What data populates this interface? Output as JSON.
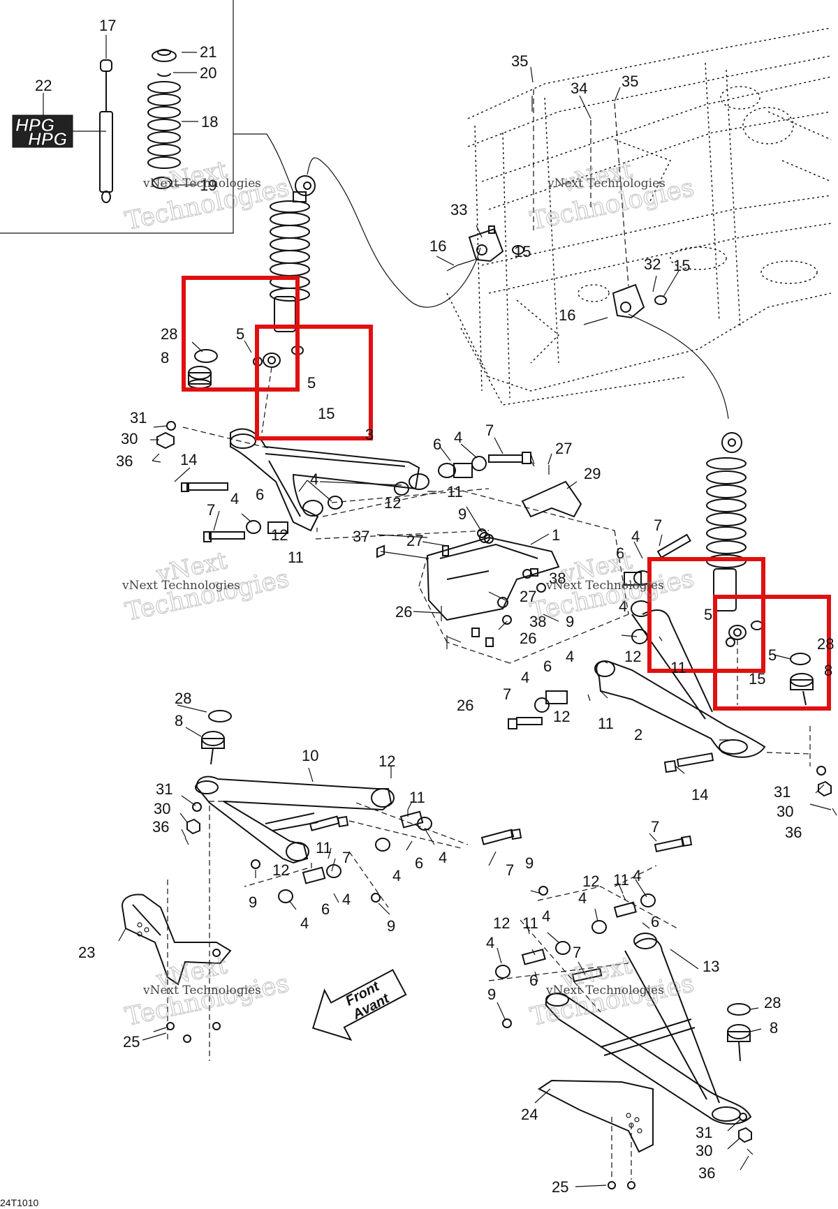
{
  "watermark": {
    "line1": "vNext",
    "line2": "Technologies",
    "small": "vNext Technologies"
  },
  "front_arrow": {
    "line1": "Front",
    "line2": "Avant"
  },
  "diagram_code": "24T1010",
  "brand_label": "HPG",
  "highlight_color": "#e01010",
  "callouts": [
    {
      "id": "c17",
      "text": "17"
    },
    {
      "id": "c21",
      "text": "21"
    },
    {
      "id": "c20",
      "text": "20"
    },
    {
      "id": "c22",
      "text": "22"
    },
    {
      "id": "c18",
      "text": "18"
    },
    {
      "id": "c19",
      "text": "19"
    },
    {
      "id": "c35a",
      "text": "35"
    },
    {
      "id": "c35b",
      "text": "35"
    },
    {
      "id": "c34",
      "text": "34"
    },
    {
      "id": "c33",
      "text": "33"
    },
    {
      "id": "c16a",
      "text": "16"
    },
    {
      "id": "c15a",
      "text": "15"
    },
    {
      "id": "c32",
      "text": "32"
    },
    {
      "id": "c15b",
      "text": "15"
    },
    {
      "id": "c16b",
      "text": "16"
    },
    {
      "id": "c28a",
      "text": "28"
    },
    {
      "id": "c5a",
      "text": "5"
    },
    {
      "id": "c8a",
      "text": "8"
    },
    {
      "id": "c5b",
      "text": "5"
    },
    {
      "id": "c15c",
      "text": "15"
    },
    {
      "id": "c3",
      "text": "3"
    },
    {
      "id": "c31a",
      "text": "31"
    },
    {
      "id": "c30a",
      "text": "30"
    },
    {
      "id": "c36a",
      "text": "36"
    },
    {
      "id": "c14a",
      "text": "14"
    },
    {
      "id": "c6a",
      "text": "6"
    },
    {
      "id": "c4a",
      "text": "4"
    },
    {
      "id": "c7a",
      "text": "7"
    },
    {
      "id": "c27a",
      "text": "27"
    },
    {
      "id": "c4b",
      "text": "4"
    },
    {
      "id": "c29",
      "text": "29"
    },
    {
      "id": "c11a",
      "text": "11"
    },
    {
      "id": "c12a",
      "text": "12"
    },
    {
      "id": "c7b",
      "text": "7"
    },
    {
      "id": "c4c",
      "text": "4"
    },
    {
      "id": "c6b",
      "text": "6"
    },
    {
      "id": "c12b",
      "text": "12"
    },
    {
      "id": "c11b",
      "text": "11"
    },
    {
      "id": "c9a",
      "text": "9"
    },
    {
      "id": "c37",
      "text": "37"
    },
    {
      "id": "c27b",
      "text": "27"
    },
    {
      "id": "c1",
      "text": "1"
    },
    {
      "id": "c4d",
      "text": "4"
    },
    {
      "id": "c7c",
      "text": "7"
    },
    {
      "id": "c6c",
      "text": "6"
    },
    {
      "id": "c38a",
      "text": "38"
    },
    {
      "id": "c27c",
      "text": "27"
    },
    {
      "id": "c26a",
      "text": "26"
    },
    {
      "id": "c38b",
      "text": "38"
    },
    {
      "id": "c9b",
      "text": "9"
    },
    {
      "id": "c26b",
      "text": "26"
    },
    {
      "id": "c4e",
      "text": "4"
    },
    {
      "id": "c5c",
      "text": "5"
    },
    {
      "id": "c12c",
      "text": "12"
    },
    {
      "id": "c11c",
      "text": "11"
    },
    {
      "id": "c5d",
      "text": "5"
    },
    {
      "id": "c28b",
      "text": "28"
    },
    {
      "id": "c8b",
      "text": "8"
    },
    {
      "id": "c15d",
      "text": "15"
    },
    {
      "id": "c4f",
      "text": "4"
    },
    {
      "id": "c6d",
      "text": "6"
    },
    {
      "id": "c26c",
      "text": "26"
    },
    {
      "id": "c4g",
      "text": "4"
    },
    {
      "id": "c7d",
      "text": "7"
    },
    {
      "id": "c12d",
      "text": "12"
    },
    {
      "id": "c11d",
      "text": "11"
    },
    {
      "id": "c2",
      "text": "2"
    },
    {
      "id": "c14b",
      "text": "14"
    },
    {
      "id": "c31b",
      "text": "31"
    },
    {
      "id": "c30b",
      "text": "30"
    },
    {
      "id": "c36b",
      "text": "36"
    },
    {
      "id": "c28c",
      "text": "28"
    },
    {
      "id": "c8c",
      "text": "8"
    },
    {
      "id": "c10",
      "text": "10"
    },
    {
      "id": "c12e",
      "text": "12"
    },
    {
      "id": "c31c",
      "text": "31"
    },
    {
      "id": "c30c",
      "text": "30"
    },
    {
      "id": "c36c",
      "text": "36"
    },
    {
      "id": "c11e",
      "text": "11"
    },
    {
      "id": "c11f",
      "text": "11"
    },
    {
      "id": "c7e",
      "text": "7"
    },
    {
      "id": "c4h",
      "text": "4"
    },
    {
      "id": "c6e",
      "text": "6"
    },
    {
      "id": "c12f",
      "text": "12"
    },
    {
      "id": "c4i",
      "text": "4"
    },
    {
      "id": "c9c",
      "text": "9"
    },
    {
      "id": "c6f",
      "text": "6"
    },
    {
      "id": "c4j",
      "text": "4"
    },
    {
      "id": "c4k",
      "text": "4"
    },
    {
      "id": "c9d",
      "text": "9"
    },
    {
      "id": "c7f",
      "text": "7"
    },
    {
      "id": "c7g",
      "text": "7"
    },
    {
      "id": "c9e",
      "text": "9"
    },
    {
      "id": "c12g",
      "text": "12"
    },
    {
      "id": "c11g",
      "text": "11"
    },
    {
      "id": "c4l",
      "text": "4"
    },
    {
      "id": "c4m",
      "text": "4"
    },
    {
      "id": "c6g",
      "text": "6"
    },
    {
      "id": "c12h",
      "text": "12"
    },
    {
      "id": "c11h",
      "text": "11"
    },
    {
      "id": "c4n",
      "text": "4"
    },
    {
      "id": "c23",
      "text": "23"
    },
    {
      "id": "c4o",
      "text": "4"
    },
    {
      "id": "c7h",
      "text": "7"
    },
    {
      "id": "c13",
      "text": "13"
    },
    {
      "id": "c6h",
      "text": "6"
    },
    {
      "id": "c9f",
      "text": "9"
    },
    {
      "id": "c28d",
      "text": "28"
    },
    {
      "id": "c8d",
      "text": "8"
    },
    {
      "id": "c25a",
      "text": "25"
    },
    {
      "id": "c24",
      "text": "24"
    },
    {
      "id": "c31d",
      "text": "31"
    },
    {
      "id": "c30d",
      "text": "30"
    },
    {
      "id": "c36d",
      "text": "36"
    },
    {
      "id": "c25b",
      "text": "25"
    }
  ]
}
